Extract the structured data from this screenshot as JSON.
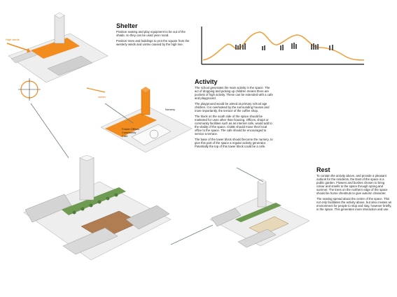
{
  "shelter": {
    "title": "Shelter",
    "paragraphs": [
      "Position seating and play equipment to be out of the shade, so they can be used year round.",
      "Position trees and buildings to prot the square from the westerly winds and vortex caused by the high rise."
    ]
  },
  "activity": {
    "title": "Activity",
    "paragraphs": [
      "The school generates the main activity in the space. The act of dropping and picking up children means there are pockets of high activity. These can be extended with a cafe and playground.",
      "The playground would be aimed at primary school age children. It is overlooked by the surrounding houses and more importantly, the terrace of the coffee shop.",
      "The block on the south side of the space should be marketed for uses other than housing. Offices, shops or community facilities such as an internet cafe, would add to the vitality of the space. CUBE should move their local office to the space. The cafe should be encouraged to service a terrace.",
      "The base of the tower block should become the nursery, to give this part of the space a regular activity generator. Potentially the top of this tower block could be a cafe."
    ]
  },
  "rest": {
    "title": "Rest",
    "paragraphs": [
      "To contain the activity above, and provide a pleasant outlook for the residents, the East of the space is a public garden. Flowers and bushes chosen to bring colour and smells to the space through spring and summer. The trees on the northern edge of the space should be horse chestnuts to give autumn character.",
      "The seating spread about the centre of the space. This not only facilitates the activity above, but also creates an environment for people to stop and stay, however briefly, in the space. This generates more interaction and use."
    ]
  },
  "diagram_labels": {
    "nursery": "Nursery",
    "shelter_wind_1": "High winds",
    "shelter_wind_2": "vortex",
    "activity_block_1": "Future Offices",
    "activity_block_2": "Community",
    "activity_block_3": "Cafe"
  },
  "colors": {
    "accent": "#f28c1e",
    "path": "#6b7f7a",
    "graph_line": "#f2a03d"
  }
}
